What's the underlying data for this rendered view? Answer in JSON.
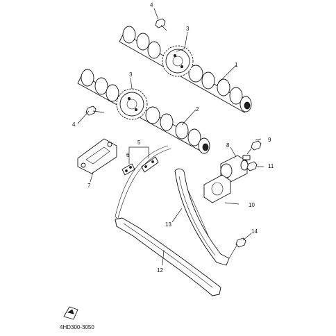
{
  "diagram": {
    "code": "4HD300-3050",
    "callouts": [
      {
        "id": "label-1",
        "text": "1"
      },
      {
        "id": "label-2",
        "text": "2"
      },
      {
        "id": "label-3a",
        "text": "3"
      },
      {
        "id": "label-3b",
        "text": "3"
      },
      {
        "id": "label-4a",
        "text": "4"
      },
      {
        "id": "label-4b",
        "text": "4"
      },
      {
        "id": "label-5",
        "text": "5"
      },
      {
        "id": "label-6",
        "text": "6"
      },
      {
        "id": "label-7",
        "text": "7"
      },
      {
        "id": "label-8",
        "text": "8"
      },
      {
        "id": "label-9",
        "text": "9"
      },
      {
        "id": "label-10",
        "text": "10"
      },
      {
        "id": "label-11",
        "text": "11"
      },
      {
        "id": "label-12",
        "text": "12"
      },
      {
        "id": "label-13",
        "text": "13"
      },
      {
        "id": "label-14",
        "text": "14"
      }
    ]
  }
}
